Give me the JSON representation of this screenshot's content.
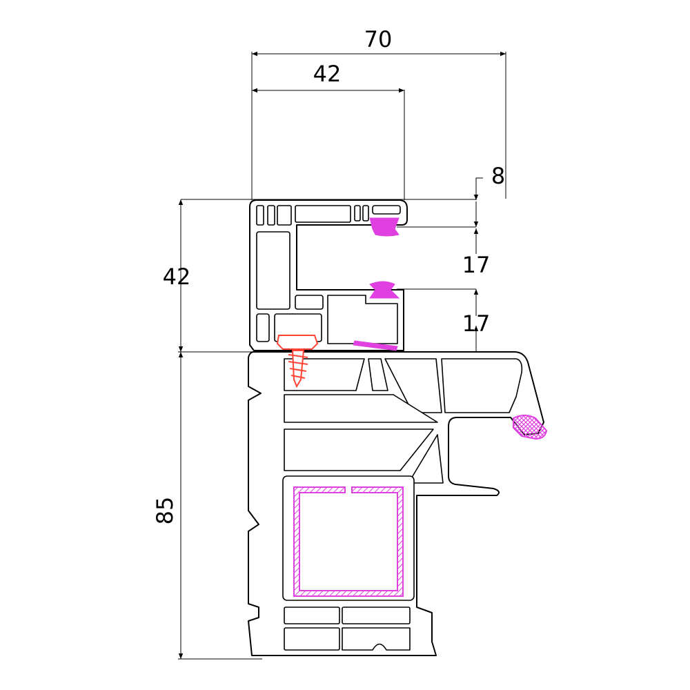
{
  "dimensions": {
    "overall_width": "70",
    "sash_width": "42",
    "offset": "8",
    "gasket_step_1": "17",
    "gasket_step_2": "17",
    "sash_height": "42",
    "frame_height": "85"
  },
  "colors": {
    "line": "#000000",
    "gasket": "#e040e0",
    "screw": "#ff4433",
    "background": "#ffffff"
  }
}
